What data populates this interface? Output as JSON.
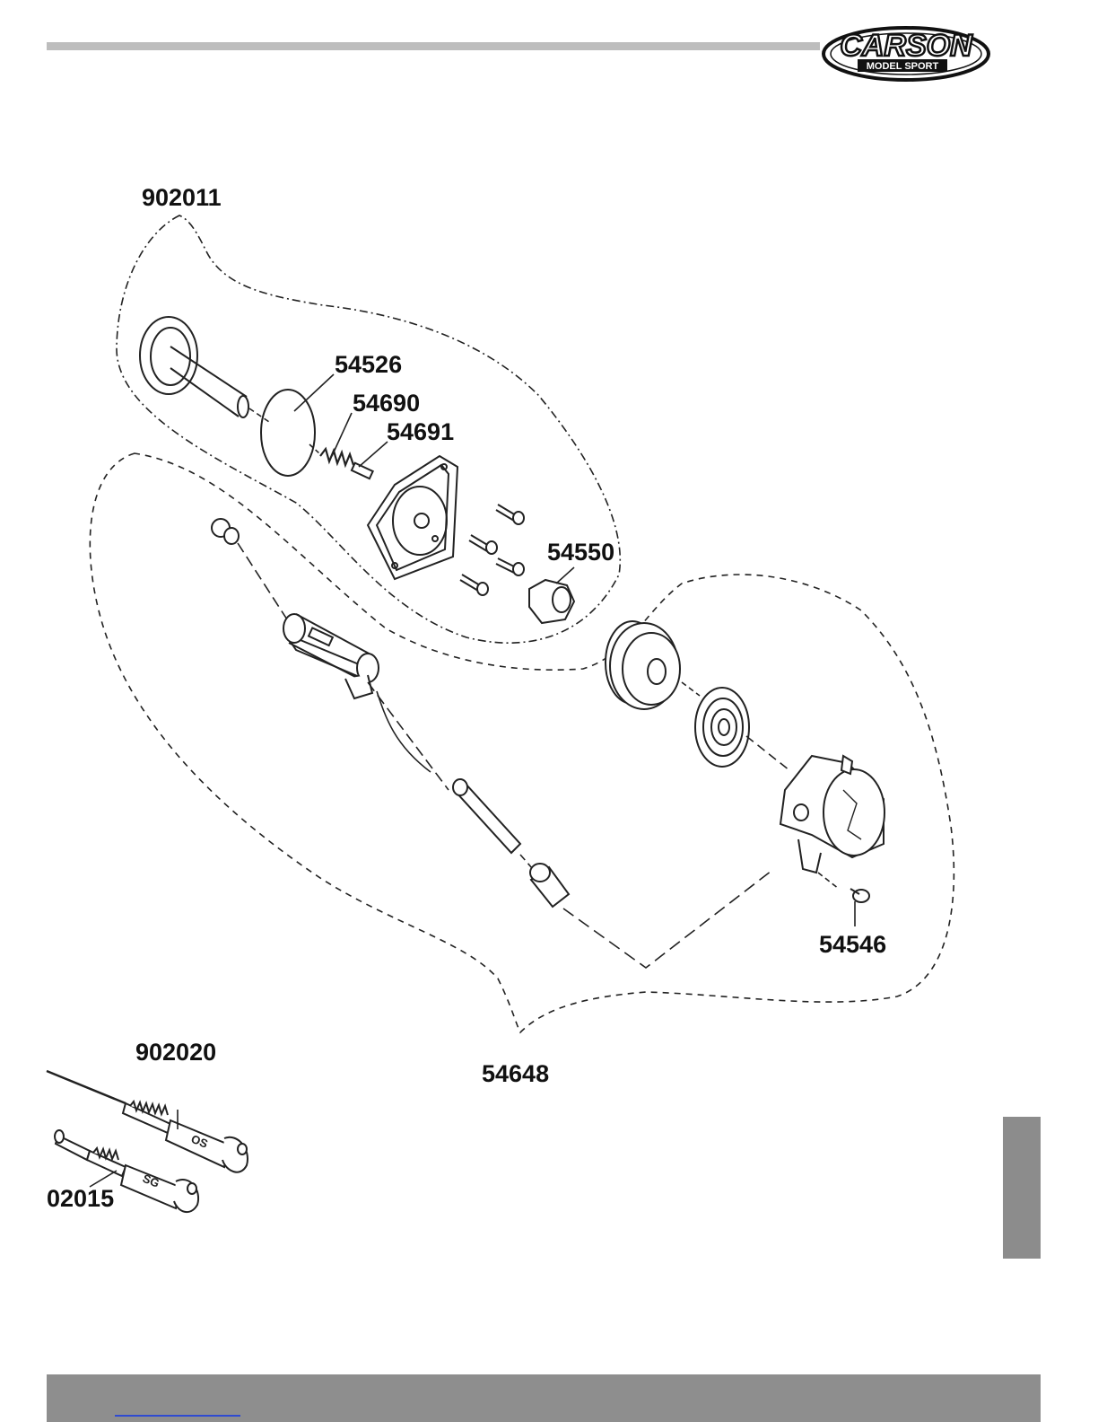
{
  "brand": {
    "logo_main": "CARSON",
    "logo_sub": "MODEL SPORT"
  },
  "colors": {
    "header_bar": "#bdbdbd",
    "side_tab": "#8c8c8c",
    "footer_bar": "#8e8e8e",
    "footer_link": "#2f4bd1",
    "line_art": "#222222"
  },
  "part_labels": {
    "assembly_top": "902011",
    "o_ring": "54526",
    "spring": "54690",
    "pin": "54691",
    "hex_adapter": "54550",
    "screw": "54546",
    "assembly_bottom": "54648",
    "glow_plug_connector_os": "902020",
    "glow_plug_connector_sg": "02015"
  },
  "connector_marks": {
    "upper": "OS",
    "lower": "SG"
  }
}
